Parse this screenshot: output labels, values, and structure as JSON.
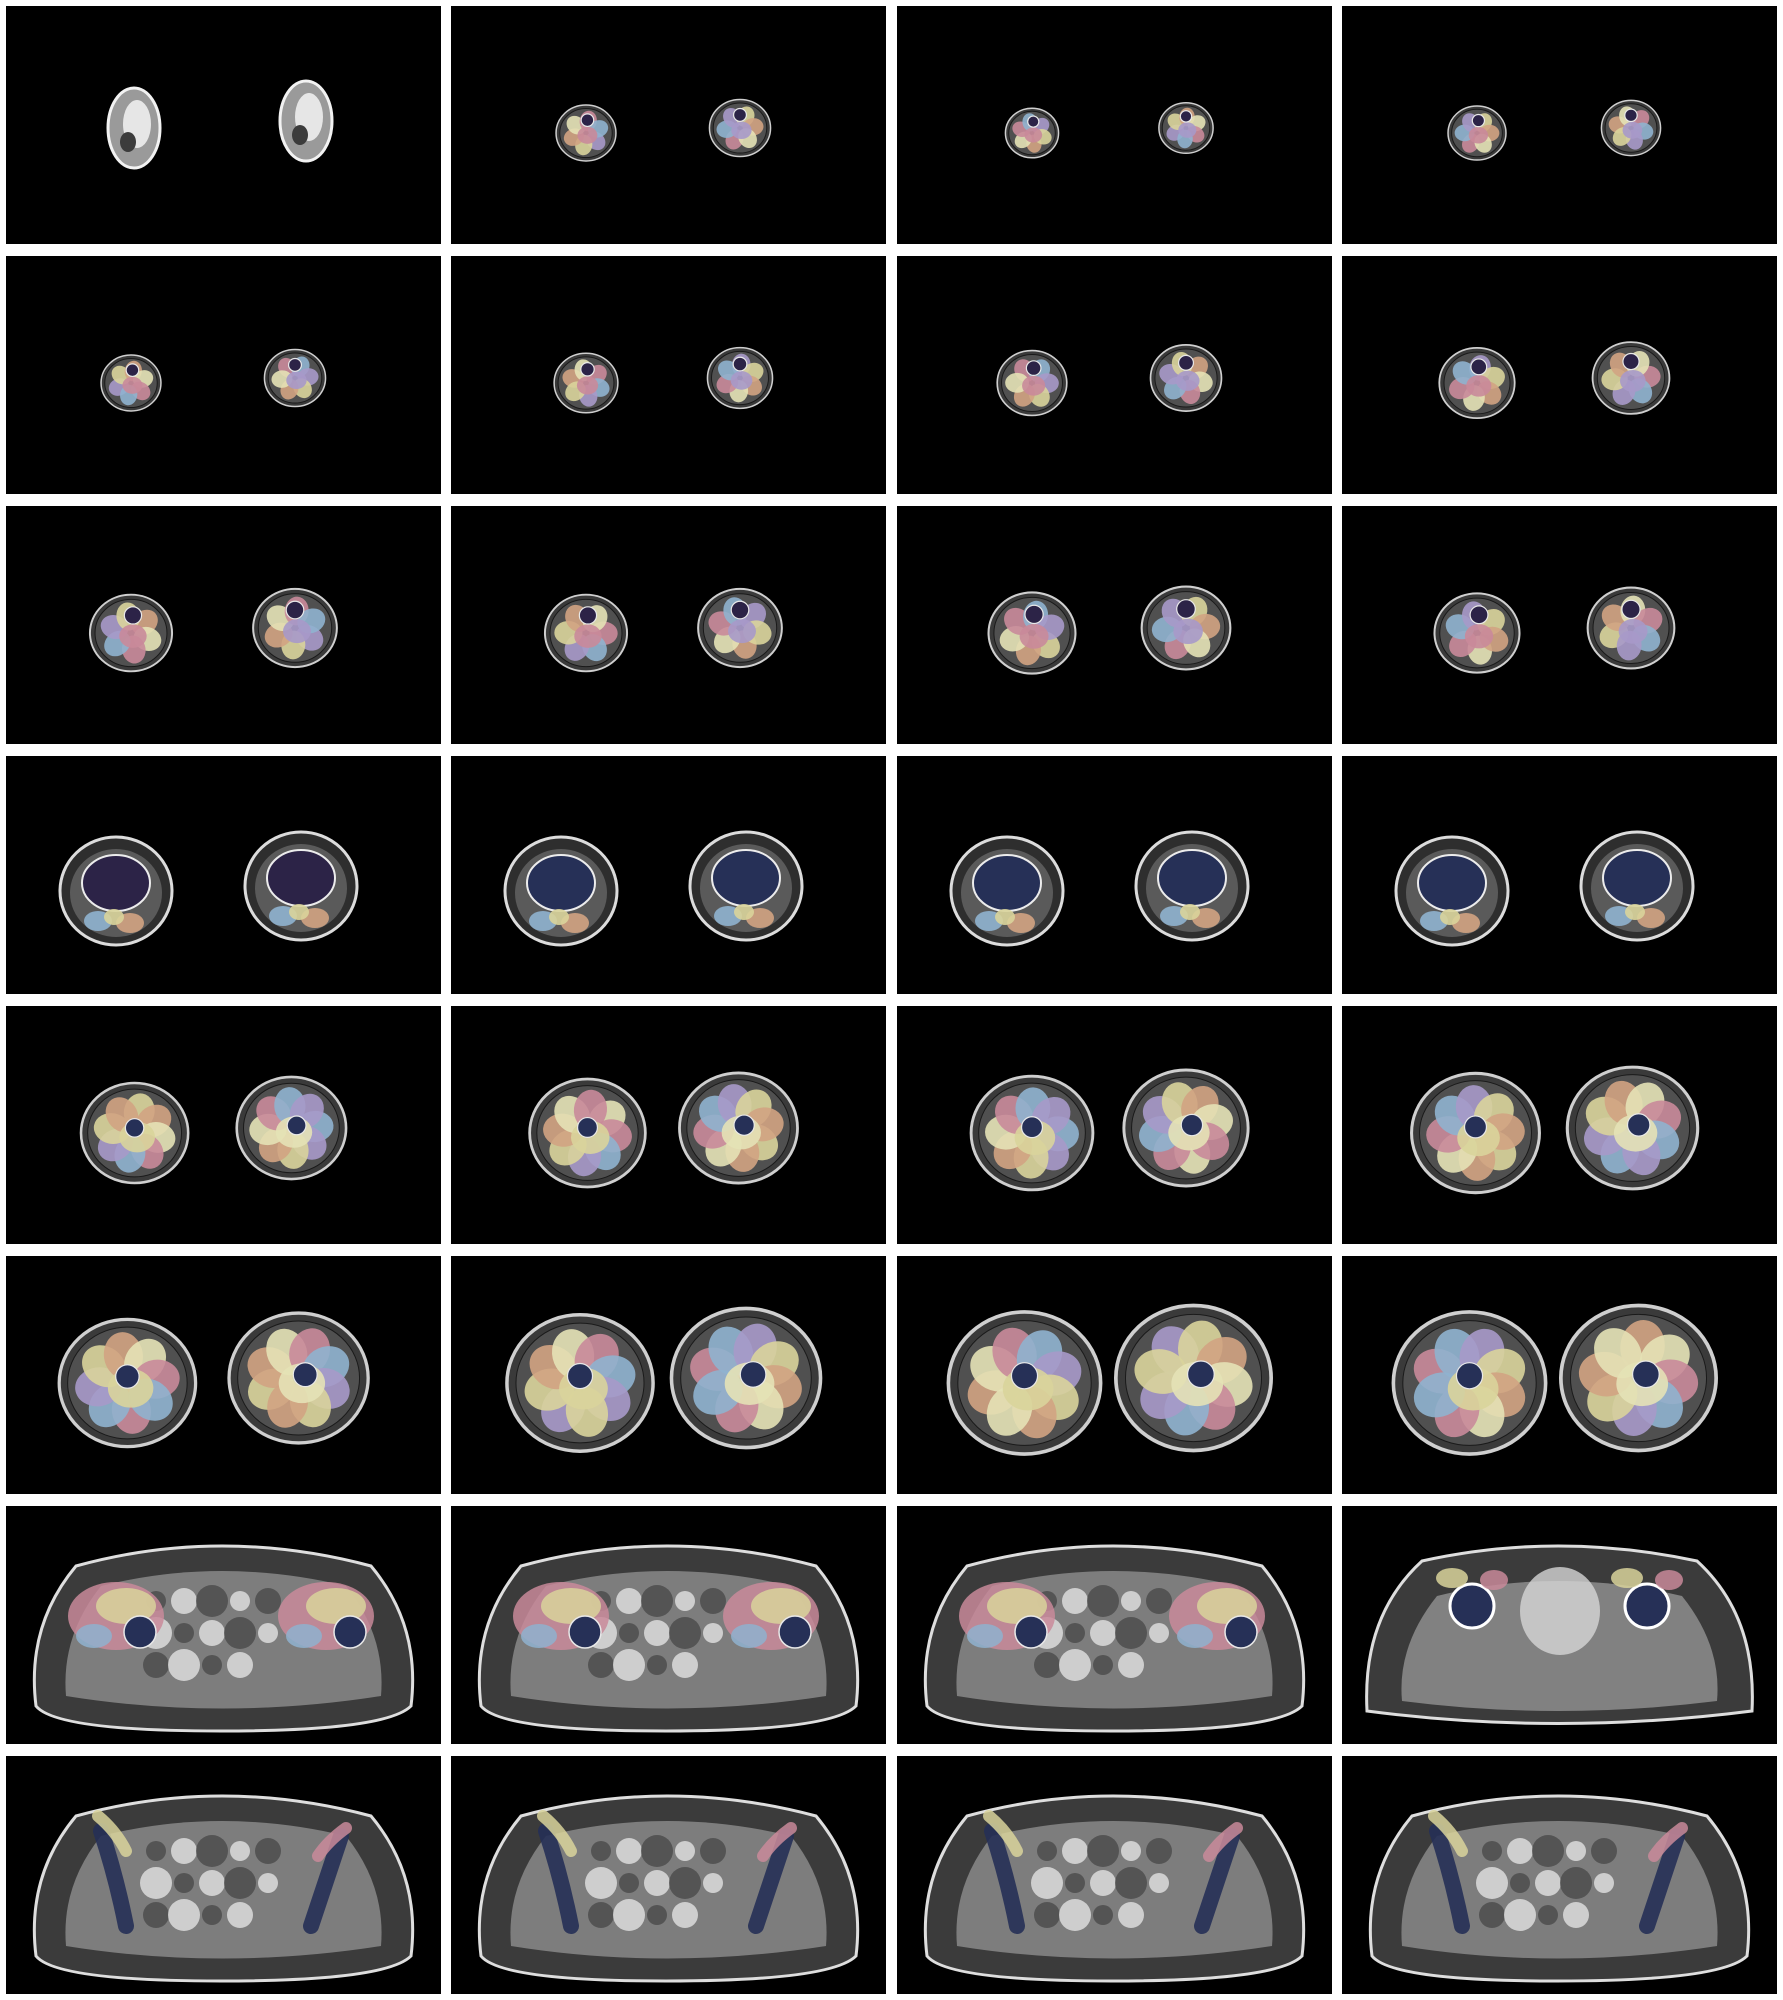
{
  "figure": {
    "rows": 8,
    "cols": 4,
    "slice_kinds": [
      "feet",
      "lower-leg",
      "lower-leg",
      "lower-leg",
      "lower-leg",
      "lower-leg",
      "lower-leg",
      "lower-leg",
      "lower-leg",
      "lower-leg",
      "lower-leg",
      "lower-leg",
      "knee",
      "knee",
      "knee",
      "knee",
      "thigh",
      "thigh",
      "thigh",
      "thigh",
      "thigh",
      "thigh",
      "thigh",
      "thigh",
      "pelvis",
      "pelvis",
      "pelvis",
      "hip",
      "abdomen",
      "abdomen",
      "abdomen",
      "abdomen"
    ],
    "scale": [
      0.55,
      0.62,
      0.55,
      0.6,
      0.62,
      0.66,
      0.72,
      0.78,
      0.85,
      0.85,
      0.9,
      0.88,
      0.85,
      0.85,
      0.9,
      0.88,
      0.88,
      0.95,
      1.0,
      1.05,
      1.12,
      1.2,
      1.25,
      1.25,
      1,
      1,
      1,
      1,
      1,
      1,
      1,
      1
    ],
    "colors": {
      "pink": "#c98a9a",
      "blue": "#8fb2cf",
      "lavender": "#a799c9",
      "yellow": "#d9d49b",
      "peach": "#d2a382",
      "cream": "#e4e2b6",
      "bone": "#2c2347",
      "navy": "#263057"
    }
  }
}
